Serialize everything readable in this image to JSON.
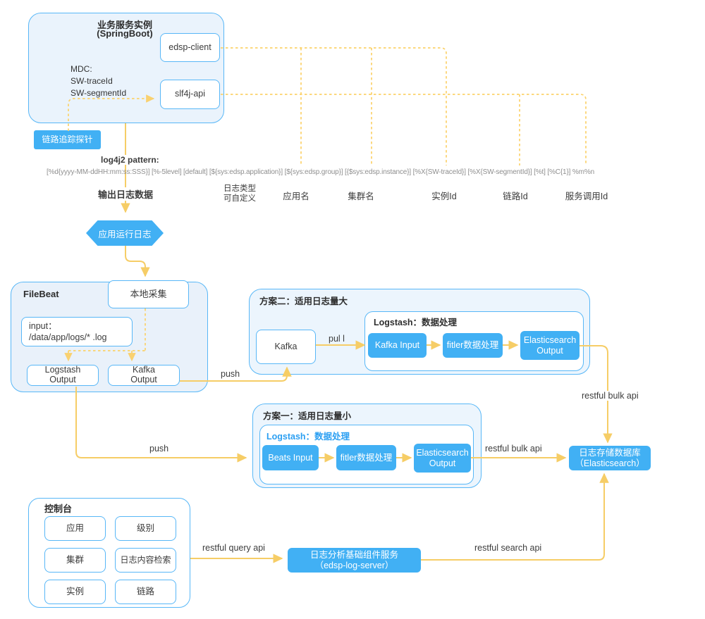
{
  "springboot": {
    "title": "业务服务实例",
    "subtitle": "(SpringBoot)",
    "mdc_line1": "MDC:",
    "mdc_line2": "SW-traceId",
    "mdc_line3": "SW-segmentId",
    "edsp_client": "edsp-client",
    "slf4j": "slf4j-api"
  },
  "probe_label": "链路追踪探针",
  "log_pattern": {
    "title": "log4j2 pattern:",
    "pattern": "[%d{yyyy-MM-ddHH:mm:ss:SSS}] [%-5level] [default] [${sys:edsp.application}] [${sys:edsp.group}] [{$sys:edsp.instance}] [%X{SW-traceId}] [%X{SW-segmentId}] [%t] [%C{1}] %m%n"
  },
  "flow_labels": {
    "output_log": "输出日志数据",
    "log_type_1": "日志类型",
    "log_type_2": "可自定义",
    "app_name": "应用名",
    "group_name": "集群名",
    "instance_id": "实例Id",
    "trace_id": "链路Id",
    "service_call_id": "服务调用Id"
  },
  "hexagon_label": "应用运行日志",
  "filebeat": {
    "title": "FileBeat",
    "local_collect": "本地采集",
    "input_line1": "input：",
    "input_line2": "/data/app/logs/* .log",
    "logstash_output_1": "Logstash",
    "logstash_output_2": "Output",
    "kafka_output_1": "Kafka",
    "kafka_output_2": "Output"
  },
  "plan2": {
    "title": "方案二：适用日志量大",
    "kafka": "Kafka",
    "pull_label": "pul l",
    "logstash_title": "Logstash：数据处理",
    "kafka_input": "Kafka Input",
    "filter": "fitler数据处理",
    "es_output_1": "Elasticsearch",
    "es_output_2": "Output"
  },
  "plan1": {
    "title": "方案一：适用日志量小",
    "logstash_title": "Logstash：数据处理",
    "beats_input": "Beats Input",
    "filter": "fitler数据处理",
    "es_output_1": "Elasticsearch",
    "es_output_2": "Output"
  },
  "arrows": {
    "push_top": "push",
    "push_bottom": "push",
    "bulk_api_top": "restful bulk api",
    "bulk_api_mid": "restful bulk api",
    "query_api": "restful query api",
    "search_api": "restful search api"
  },
  "es_store": {
    "line1": "日志存储数据库",
    "line2": "（Elasticsearch）"
  },
  "console": {
    "title": "控制台",
    "buttons": [
      "应用",
      "级别",
      "集群",
      "日志内容检索",
      "实例",
      "链路"
    ]
  },
  "log_server": {
    "line1": "日志分析基础组件服务",
    "line2": "（edsp-log-server）"
  },
  "colors": {
    "node_blue": "#41b0f4",
    "border_blue": "#58b7f7",
    "light_fill": "#eaf3fc",
    "arrow_yellow": "#f6cd66",
    "dash_yellow": "#fbd26a"
  }
}
